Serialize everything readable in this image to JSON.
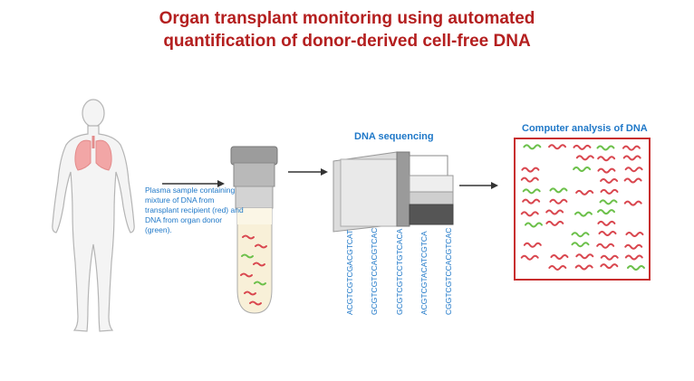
{
  "title": {
    "line1": "Organ transplant monitoring using automated",
    "line2": "quantification of donor-derived cell-free DNA"
  },
  "caption": "Plasma sample containing mixture of DNA from transplant recipient (red) and DNA from organ donor (green).",
  "sequencing": {
    "label": "DNA sequencing",
    "reads": [
      "ACGTCGTCGACGTCAT",
      "GCGTCGTCCACGTCAC",
      "GCGTCGTCCTGTCACA",
      "ACGTCGTACATCGTCA",
      "CGGTCGTCCACGTCAC"
    ]
  },
  "analysis": {
    "label": "Computer analysis of DNA"
  },
  "colors": {
    "title": "#b41f1f",
    "label": "#1f78c8",
    "recipient_dna": "#d9474f",
    "donor_dna": "#6cc04a",
    "box_border": "#c82e2e"
  }
}
